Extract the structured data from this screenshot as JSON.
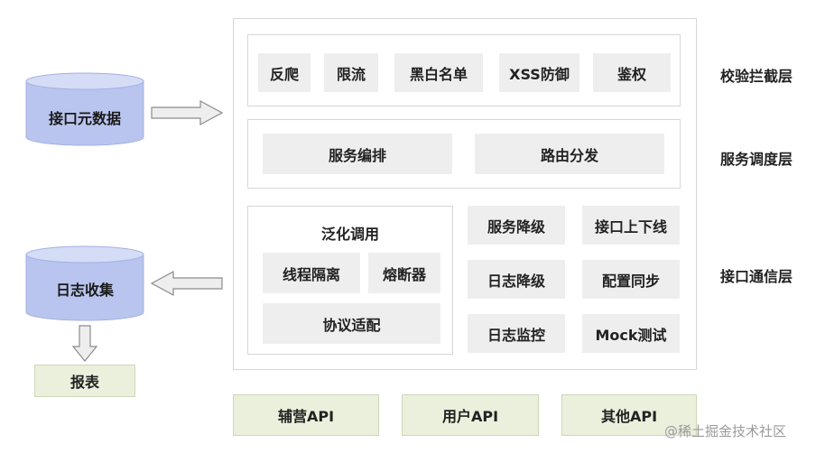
{
  "layers": {
    "interceptor": "校验拦截层",
    "dispatch": "服务调度层",
    "communication": "接口通信层"
  },
  "interceptor_items": [
    "反爬",
    "限流",
    "黑白名单",
    "XSS防御",
    "鉴权"
  ],
  "dispatch_items": [
    "服务编排",
    "路由分发"
  ],
  "generic_call": {
    "title": "泛化调用",
    "items": [
      "线程隔离",
      "熔断器",
      "协议适配"
    ]
  },
  "comm_items": [
    "服务降级",
    "接口上下线",
    "日志降级",
    "配置同步",
    "日志监控",
    "Mock测试"
  ],
  "left": {
    "metadata": "接口元数据",
    "log_collect": "日志收集",
    "report": "报表"
  },
  "apis": [
    "辅营API",
    "用户API",
    "其他API"
  ],
  "watermark": "@稀土掘金技术社区",
  "colors": {
    "cylinder_fill": "#b9c5ee",
    "cylinder_top": "#d4dcf6",
    "cylinder_edge": "#a3b1e3",
    "box_fill": "#eeeeee",
    "api_fill": "#eaf0dc",
    "panel_border": "#d6d6d6"
  }
}
